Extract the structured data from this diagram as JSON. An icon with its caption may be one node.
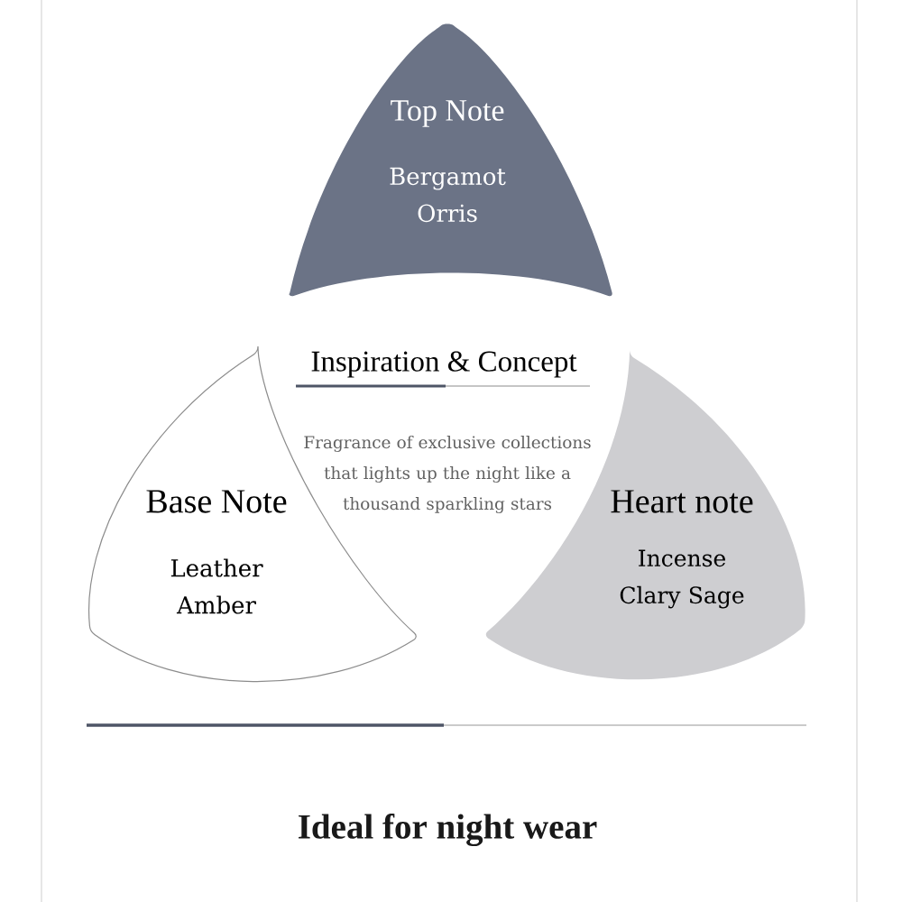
{
  "diagram": {
    "nodes": [
      {
        "text": [
          "Top Note",
          "Bergamot Orris"
        ]
      },
      {
        "text": [
          "Base Note",
          "Leather Amber"
        ]
      },
      {
        "text": [
          "Heart note",
          "Incense Clary Sage"
        ]
      }
    ],
    "labels": [
      "Inspiration & Concept",
      "Fragrance of exclusive collections that lights up the night like a thousand sparkling stars",
      "Ideal for night wear"
    ]
  }
}
